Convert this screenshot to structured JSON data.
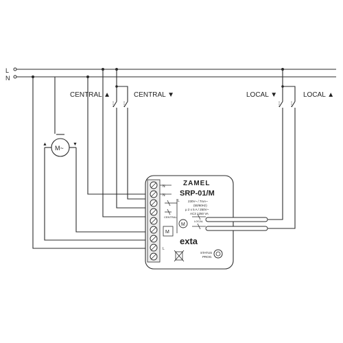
{
  "rails": {
    "l_label": "L",
    "n_label": "N"
  },
  "switches": {
    "central_up": "CENTRAL ▲",
    "central_down": "CENTRAL ▼",
    "local_down": "LOCAL ▼",
    "local_up": "LOCAL ▲"
  },
  "motor": {
    "label": "M~",
    "up_arrow": "▲",
    "down_arrow": "▼"
  },
  "module": {
    "brand": "ZAMEL",
    "model": "SRP-01/M",
    "spec_line1": "230V~ / 7mA~",
    "spec_line2": "(50/60Hz)",
    "spec_line3": "μ  2 x 5 A / 250V~",
    "spec_line4": "AC3 1250 VA",
    "exta": "exta",
    "status": "STATUS",
    "prog": "PROG.",
    "central_label": "CENTRAL",
    "local_label": "LOCAL",
    "terminal_n1": "N",
    "terminal_n2": "N",
    "terminal_l": "L",
    "terminal_l2": "L",
    "motor_symbol": "M"
  },
  "colors": {
    "line": "#2a2a2a",
    "module_fill": "#ffffff",
    "terminal_fill": "#d9d9d9"
  }
}
